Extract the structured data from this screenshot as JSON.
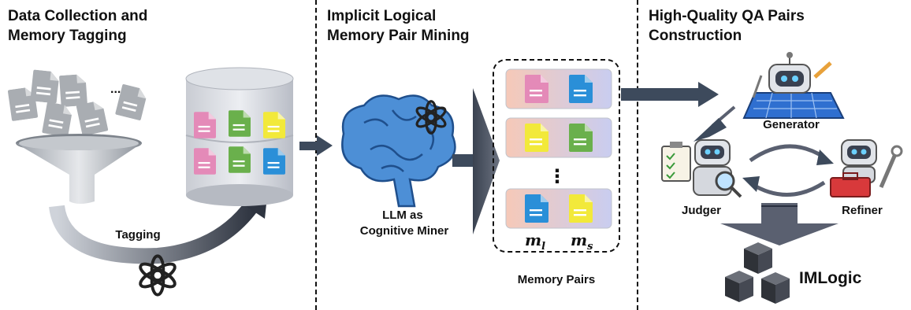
{
  "sections": [
    {
      "title": "Data Collection and\nMemory Tagging"
    },
    {
      "title": "Implicit Logical\nMemory Pair Mining"
    },
    {
      "title": "High-Quality QA Pairs\nConstruction"
    }
  ],
  "stage1": {
    "ellipsis": "...",
    "tagging_label": "Tagging"
  },
  "stage2": {
    "miner_label": "LLM as\nCognitive Miner",
    "pairs_caption": "Memory Pairs",
    "vertical_ellipsis": "⋮",
    "m_l": "m",
    "m_l_sub": "l",
    "m_s": "m",
    "m_s_sub": "s"
  },
  "stage3": {
    "generator_label": "Generator",
    "judger_label": "Judger",
    "refiner_label": "Refiner",
    "output_label": "IMLogic"
  },
  "colors": {
    "doc_pink": "#e48ab8",
    "doc_green": "#6ab04c",
    "doc_yellow": "#f2e93a",
    "doc_blue": "#2a8fd8",
    "arrow": "#3d4a5c",
    "brain": "#4d8fd6"
  }
}
